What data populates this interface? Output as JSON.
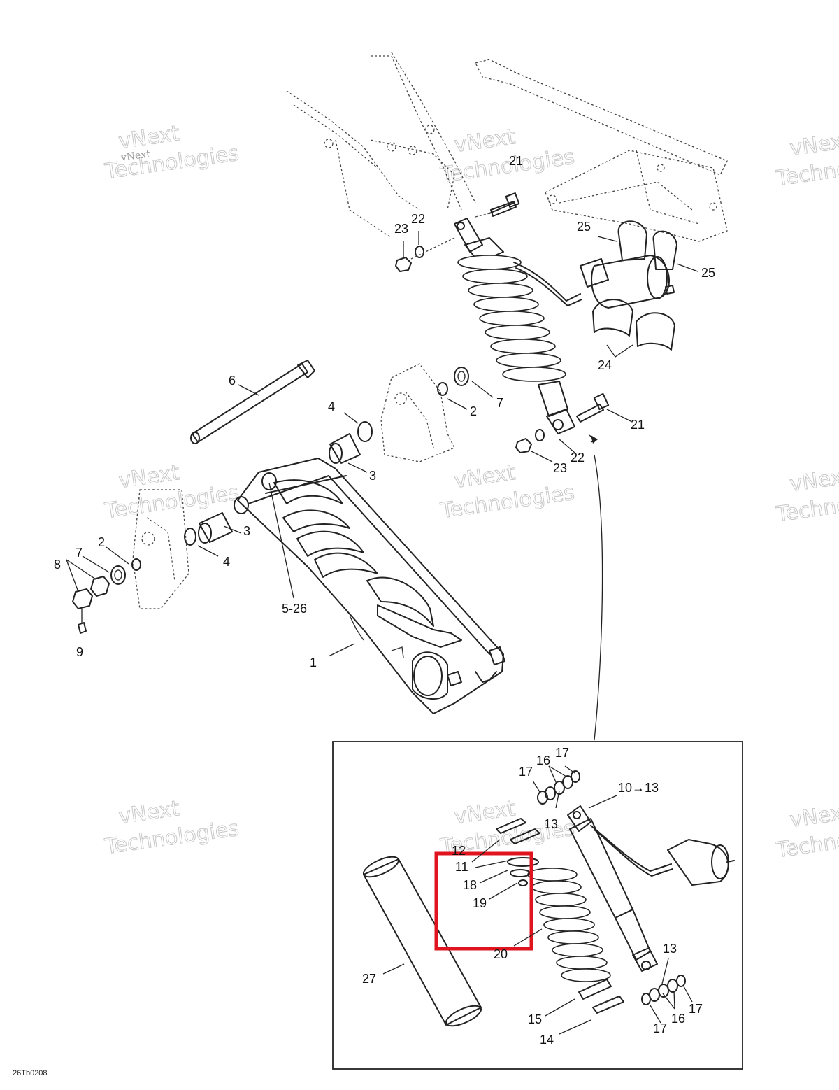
{
  "drawing_code": "26Tb0208",
  "watermark": {
    "line1": "vNext",
    "line2": "Technologies"
  },
  "highlight_color": "#e0141e",
  "callouts": {
    "c1": "1",
    "c2a": "2",
    "c2b": "2",
    "c3a": "3",
    "c3b": "3",
    "c4a": "4",
    "c4b": "4",
    "c5_26": "5-26",
    "c6": "6",
    "c7a": "7",
    "c7b": "7",
    "c8": "8",
    "c9": "9",
    "c10_13": "10→13",
    "c11": "11",
    "c12": "12",
    "c13a": "13",
    "c13b": "13",
    "c14": "14",
    "c15": "15",
    "c16a": "16",
    "c16b": "16",
    "c17a": "17",
    "c17b": "17",
    "c17c": "17",
    "c17d": "17",
    "c18": "18",
    "c19": "19",
    "c20": "20",
    "c21a": "21",
    "c21b": "21",
    "c22a": "22",
    "c22b": "22",
    "c23a": "23",
    "c23b": "23",
    "c24": "24",
    "c25a": "25",
    "c25b": "25",
    "c27": "27"
  }
}
